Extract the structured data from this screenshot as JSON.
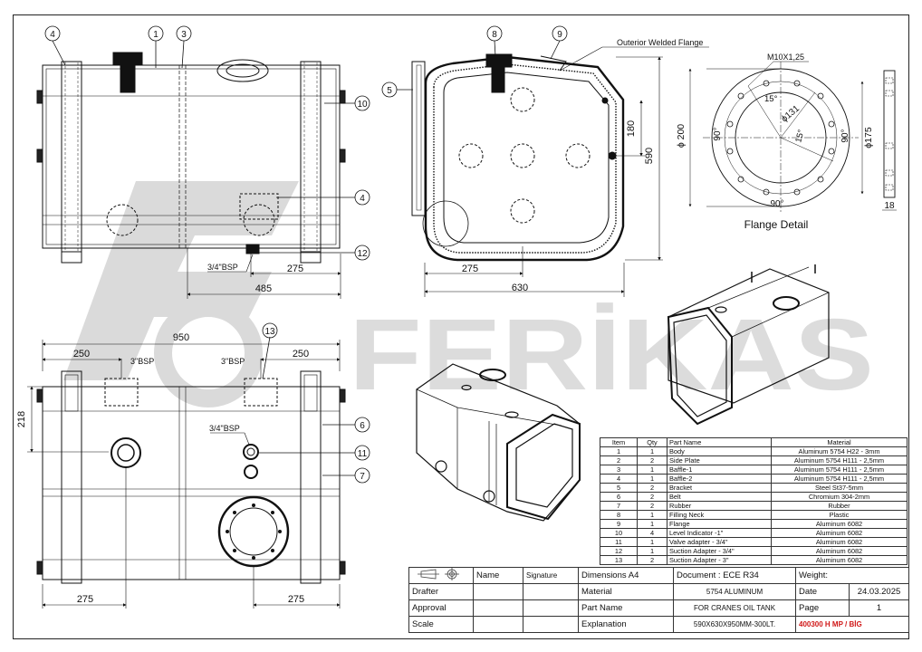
{
  "watermark": {
    "brand": "FERİKAS"
  },
  "balloons": {
    "top_view": [
      "4",
      "1",
      "3",
      "10",
      "4",
      "12"
    ],
    "side_view": [
      "8",
      "9",
      "5"
    ],
    "bottom_view": [
      "13",
      "6",
      "11",
      "7"
    ]
  },
  "dimensions": {
    "d275_a": "275",
    "d485": "485",
    "bsp34_a": "3/4\"BSP",
    "d275_b": "275",
    "d630": "630",
    "d180": "180",
    "d590": "590",
    "d950": "950",
    "d250_a": "250",
    "d250_b": "250",
    "d218": "218",
    "bsp3_a": "3\"BSP",
    "bsp3_b": "3\"BSP",
    "bsp34_b": "3/4\"BSP",
    "d275_c": "275",
    "d275_d": "275"
  },
  "labels": {
    "outerior_flange": "Outerior Welded Flange",
    "flange_detail": "Flange Detail"
  },
  "flange": {
    "thread": "M10X1,25",
    "angle1": "15°",
    "dia131": "ϕ131",
    "angle2": "15°",
    "ang90_left": "90°",
    "ang90_right": "90°",
    "ang90_bottom": "90°",
    "dia200": "ϕ 200",
    "dia175": "ϕ175",
    "thick": "18"
  },
  "bom": {
    "headers": [
      "Item",
      "Qty",
      "Part Name",
      "Material"
    ],
    "rows": [
      [
        "1",
        "1",
        "Body",
        "Aluminum 5754 H22 - 3mm"
      ],
      [
        "2",
        "2",
        "Side Plate",
        "Aluminum 5754 H111 - 2,5mm"
      ],
      [
        "3",
        "1",
        "Baffle-1",
        "Aluminum 5754 H111 - 2,5mm"
      ],
      [
        "4",
        "1",
        "Baffle-2",
        "Aluminum 5754 H111 - 2,5mm"
      ],
      [
        "5",
        "2",
        "Bracket",
        "Steel St37-5mm"
      ],
      [
        "6",
        "2",
        "Belt",
        "Chromium 304-2mm"
      ],
      [
        "7",
        "2",
        "Rubber",
        "Rubber"
      ],
      [
        "8",
        "1",
        "Filling Neck",
        "Plastic"
      ],
      [
        "9",
        "1",
        "Flange",
        "Aluminum 6082"
      ],
      [
        "10",
        "4",
        "Level Indicator -1\"",
        "Aluminum 6082"
      ],
      [
        "11",
        "1",
        "Valve adapter - 3/4\"",
        "Aluminum 6082"
      ],
      [
        "12",
        "1",
        "Suction Adapter - 3/4\"",
        "Aluminum 6082"
      ],
      [
        "13",
        "2",
        "Suction Adapter - 3\"",
        "Aluminum 6082"
      ]
    ]
  },
  "title_block": {
    "name_label": "Name",
    "signature_label": "Signature",
    "dimensions": "Dimensions  A4",
    "document": "Document : ECE R34",
    "weight_label": "Weight:",
    "drafter_label": "Drafter",
    "material_label": "Material",
    "material_value": "5754 ALUMINUM",
    "date_label": "Date",
    "date_value": "24.03.2025",
    "approval_label": "Approval",
    "part_name_label": "Part Name",
    "part_name_value": "FOR CRANES OIL TANK",
    "page_label": "Page",
    "page_value": "1",
    "scale_label": "Scale",
    "explanation_label": "Explanation",
    "explanation_value": "590X630X950MM-300LT.",
    "code": "400300 H MP / BİG"
  }
}
